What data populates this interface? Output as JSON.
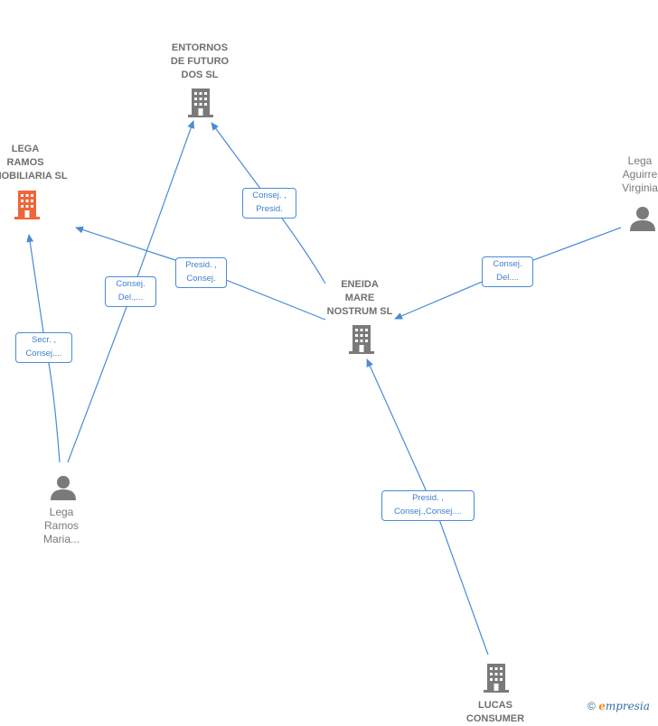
{
  "colors": {
    "edge": "#4a8bd6",
    "company": "#7a7a7a",
    "highlight": "#f0663a",
    "person": "#7a7a7a"
  },
  "nodes": {
    "entornos": {
      "label": "ENTORNOS\nDE FUTURO\nDOS SL",
      "icon": "building-icon"
    },
    "lega_ramos": {
      "label": "LEGA\nRAMOS\nINMOBILIARIA SL",
      "icon": "building-icon"
    },
    "eneida": {
      "label": "ENEIDA\nMARE\nNOSTRUM SL",
      "icon": "building-icon"
    },
    "lucas": {
      "label": "LUCAS\nCONSUMER",
      "icon": "building-icon"
    },
    "lega_aguirre": {
      "label": "Lega\nAguirre\nVirginia",
      "icon": "person-icon"
    },
    "lega_maria": {
      "label": "Lega\nRamos\nMaria...",
      "icon": "person-icon"
    }
  },
  "edges": {
    "e1": "Consej. ,\nPresid.",
    "e2": "Presid. ,\nConsej.",
    "e3": "Consej.\nDel.,...",
    "e4": "Secr. ,\nConsej....",
    "e5": "Consej.\nDel....",
    "e6": "Presid. ,\nConsej.,Consej...."
  },
  "footer": {
    "copyright": "©",
    "brand_e": "e",
    "brand_rest": "mpresia"
  }
}
